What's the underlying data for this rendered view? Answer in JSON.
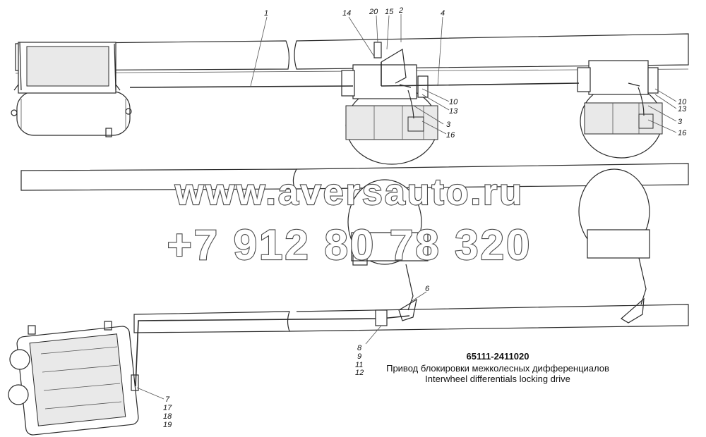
{
  "callouts": {
    "c1": "1",
    "c14": "14",
    "c20": "20",
    "c15": "15",
    "c2": "2",
    "c4": "4",
    "c10a": "10",
    "c13a": "13",
    "c3a": "3",
    "c16a": "16",
    "c10b": "10",
    "c13b": "13",
    "c3b": "3",
    "c16b": "16",
    "c6": "6",
    "c8": "8",
    "c9": "9",
    "c11": "11",
    "c12": "12",
    "c7": "7",
    "c17": "17",
    "c18": "18",
    "c19": "19"
  },
  "watermark": {
    "line1": "www.aversauto.ru",
    "line2": "+7 912 80 78 320"
  },
  "caption": {
    "code": "65111-2411020",
    "title_ru": "Привод блокировки межколесных дифференциалов",
    "title_en": "Interwheel differentials locking drive"
  }
}
